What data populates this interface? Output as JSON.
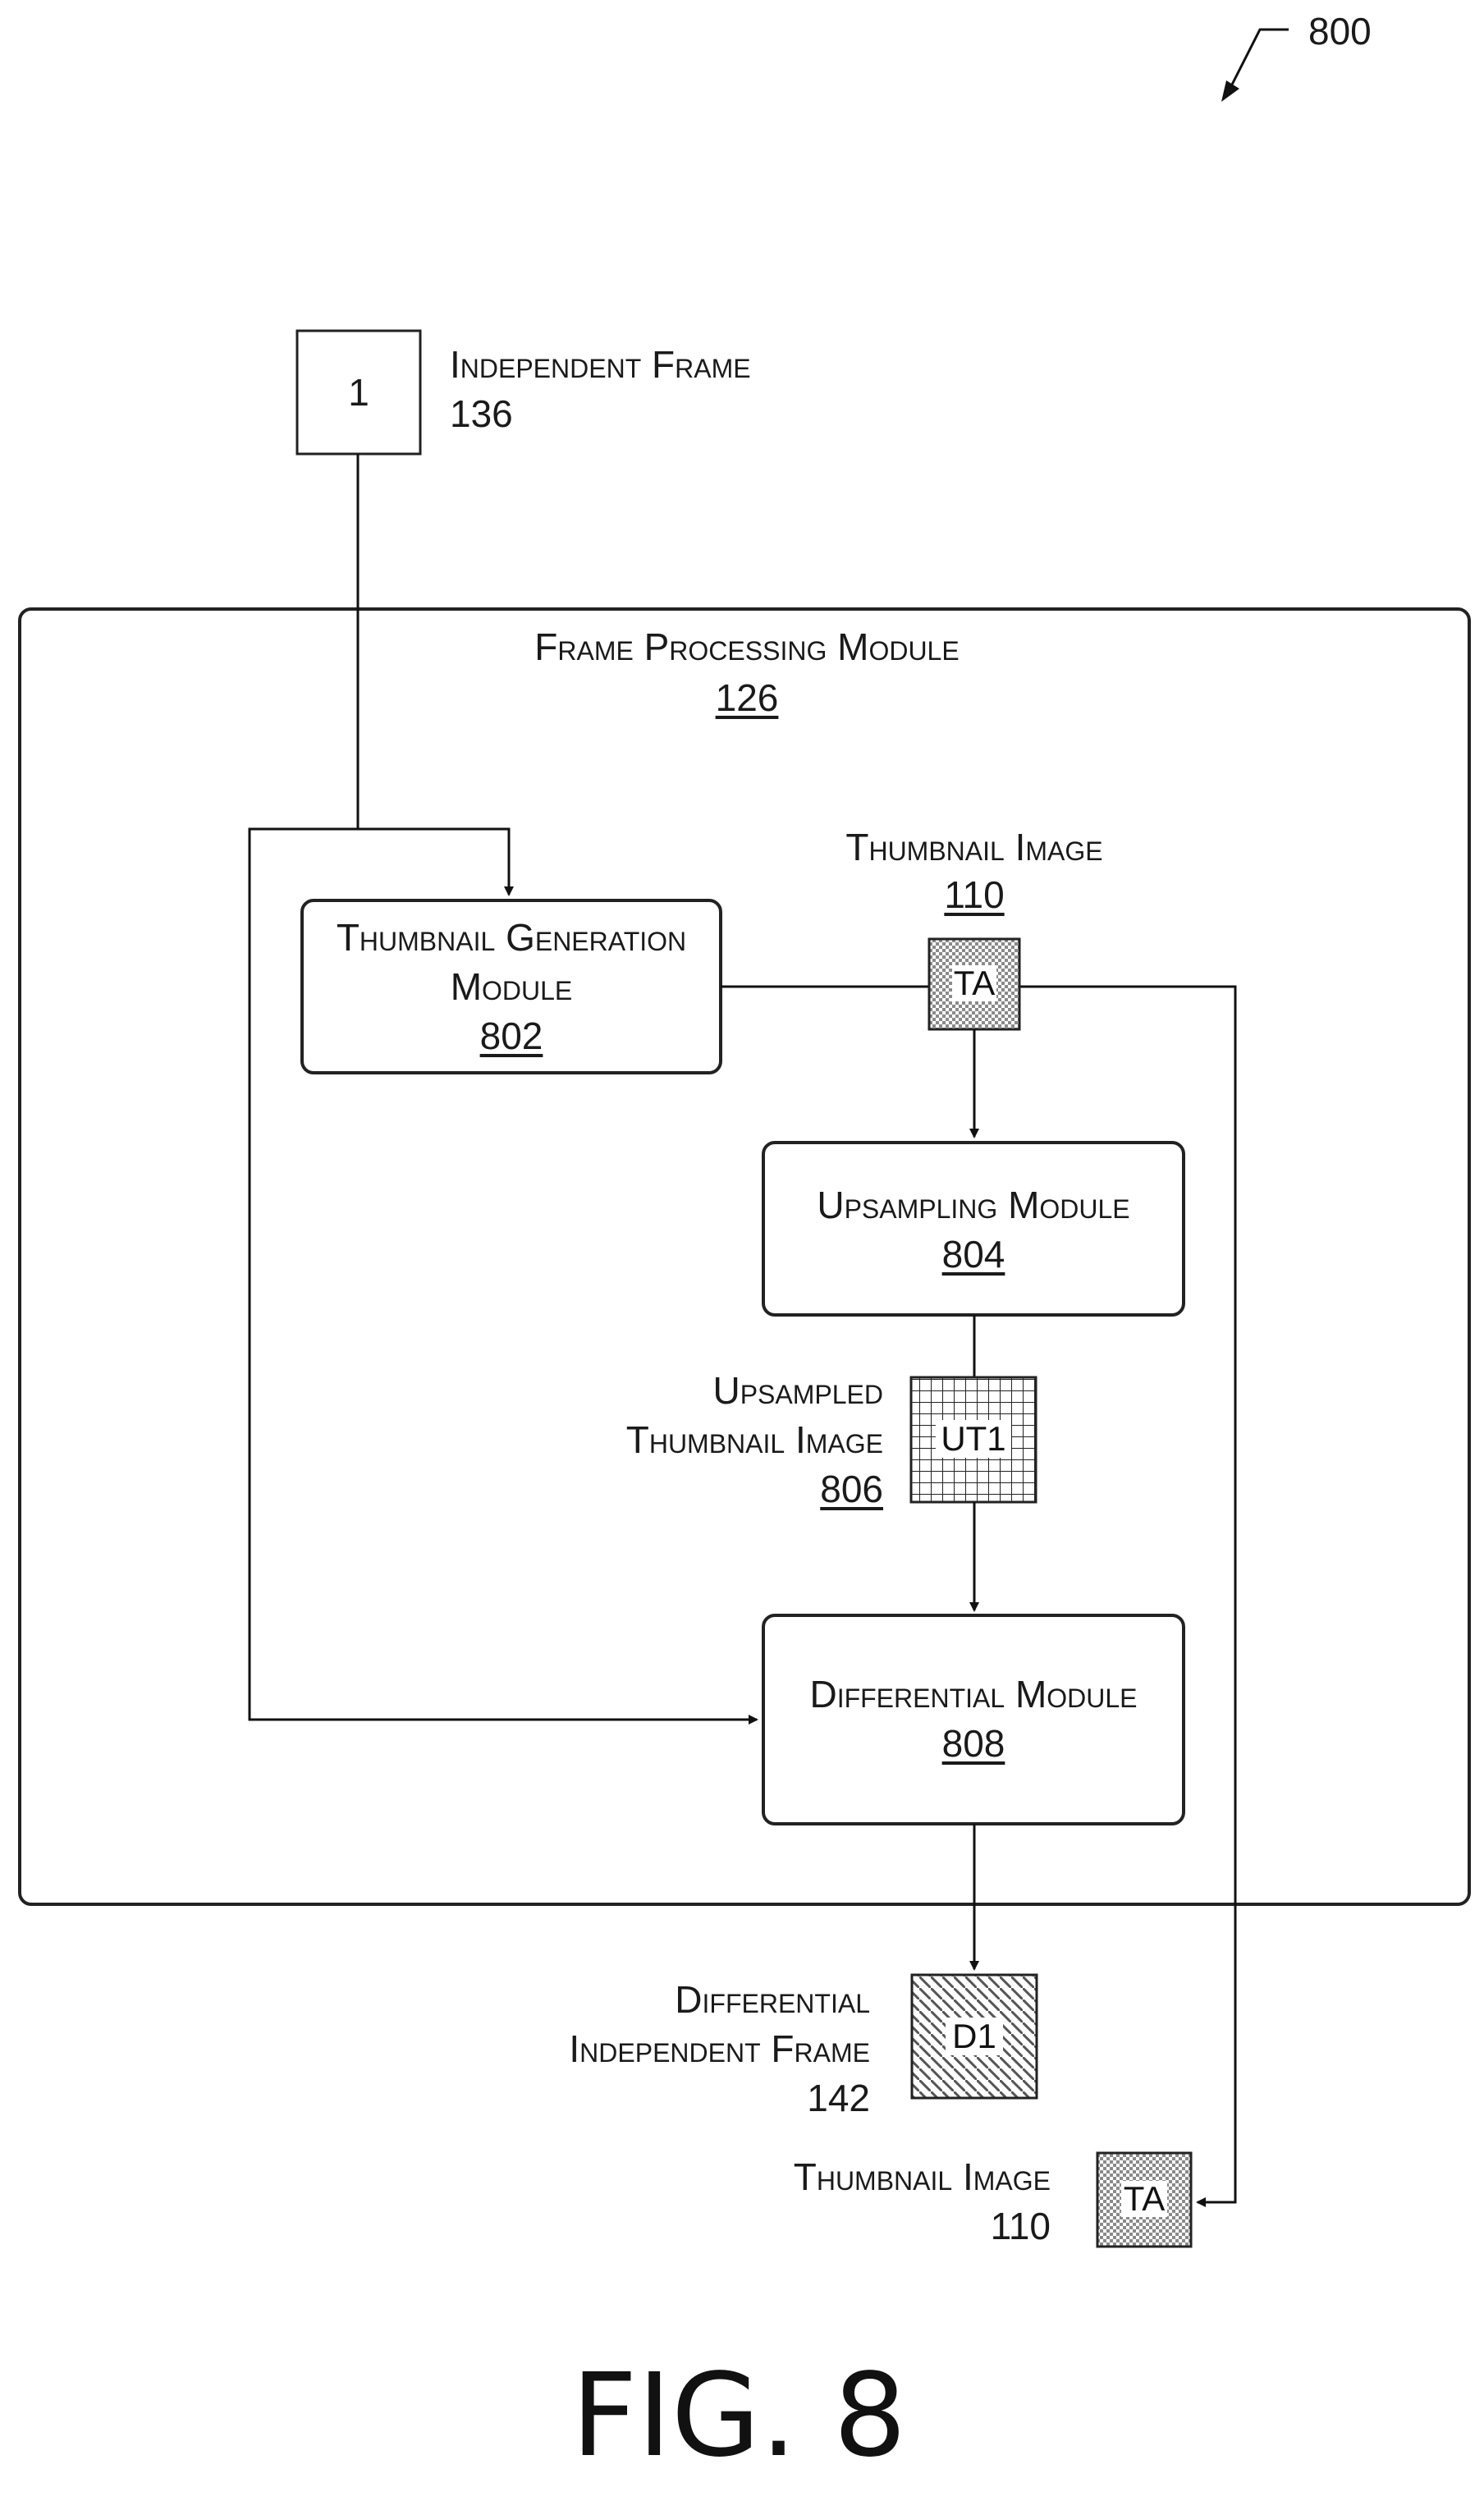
{
  "figure_ref": "800",
  "figure_label": "FIG. 8",
  "independent_frame": {
    "box_text": "1",
    "label": "Independent Frame",
    "number": "136"
  },
  "frame_processing_module": {
    "label": "Frame Processing Module",
    "number": "126"
  },
  "thumbnail_generation_module": {
    "label_line1": "Thumbnail Generation",
    "label_line2": "Module",
    "number": "802"
  },
  "thumbnail_image_top": {
    "label": "Thumbnail Image",
    "number": "110",
    "tile_text": "TA"
  },
  "upsampling_module": {
    "label": "Upsampling Module",
    "number": "804"
  },
  "upsampled_thumbnail_image": {
    "label_line1": "Upsampled",
    "label_line2": "Thumbnail Image",
    "number": "806",
    "tile_text": "UT1"
  },
  "differential_module": {
    "label": "Differential Module",
    "number": "808"
  },
  "differential_independent_frame": {
    "label_line1": "Differential",
    "label_line2": "Independent Frame",
    "number": "142",
    "tile_text": "D1"
  },
  "thumbnail_image_bottom": {
    "label": "Thumbnail Image",
    "number": "110",
    "tile_text": "TA"
  }
}
